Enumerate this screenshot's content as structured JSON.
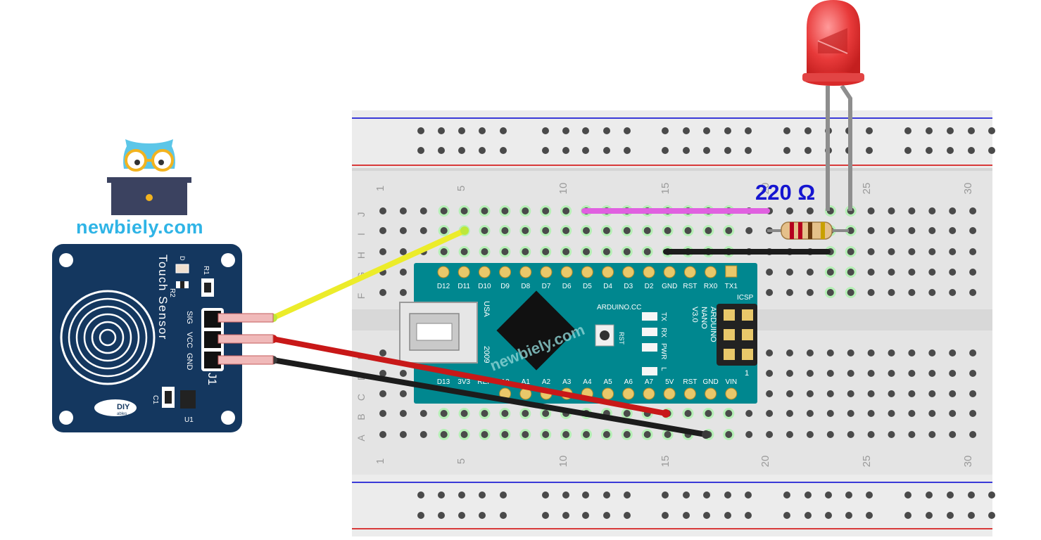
{
  "logo": {
    "text": "newbiely.com",
    "watermark": "newbiely.com"
  },
  "colors": {
    "board": "#00878f",
    "sensor_board": "#14375f",
    "wire_signal": "#ecec2a",
    "wire_vcc": "#c81818",
    "wire_gnd": "#1c1c1c",
    "wire_jumper": "#e060e0",
    "led": "#e83a3a",
    "resistor_label": "#1515d0"
  },
  "breadboard": {
    "column_numbers": [
      "1",
      "5",
      "10",
      "15",
      "20",
      "25",
      "30"
    ],
    "row_letters_top": [
      "J",
      "I",
      "H",
      "G",
      "F"
    ],
    "row_letters_bottom": [
      "E",
      "D",
      "C",
      "B",
      "A"
    ]
  },
  "resistor": {
    "label": "220 Ω"
  },
  "arduino": {
    "top_pins": [
      "D12",
      "D11",
      "D10",
      "D9",
      "D8",
      "D7",
      "D6",
      "D5",
      "D4",
      "D3",
      "D2",
      "GND",
      "RST",
      "RX0",
      "TX1"
    ],
    "bottom_pins": [
      "D13",
      "3V3",
      "REF",
      "A0",
      "A1",
      "A2",
      "A3",
      "A4",
      "A5",
      "A6",
      "A7",
      "5V",
      "RST",
      "GND",
      "VIN"
    ],
    "brand": "ARDUINO.CC",
    "model_lines": [
      "ARDUINO",
      "NANO",
      "V3.0"
    ],
    "usb_text": "USA",
    "year_text": "2009",
    "icsp": "ICSP",
    "icsp_num": "1",
    "led_labels": [
      "TX",
      "RX",
      "PWR",
      "L"
    ],
    "reset_label": "RST"
  },
  "sensor": {
    "title": "Touch Sensor",
    "pin_labels": [
      "SIG",
      "VCC",
      "GND"
    ],
    "connector": "J1",
    "components": [
      "D",
      "R1",
      "R2",
      "C1",
      "U1"
    ],
    "brand": "DIY",
    "brand_sub": "ables"
  }
}
